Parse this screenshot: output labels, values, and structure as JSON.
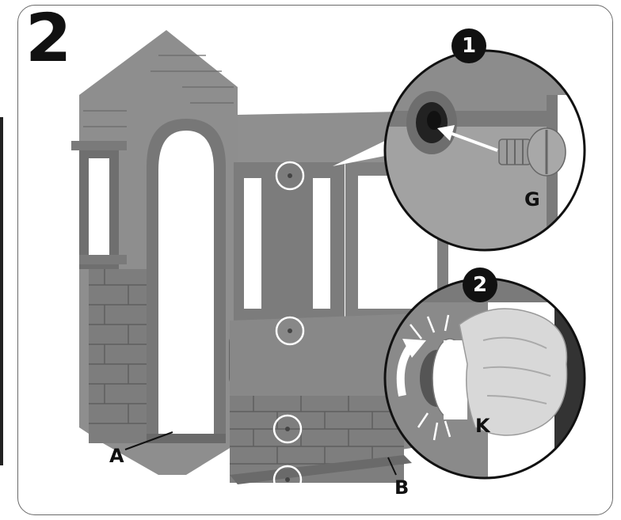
{
  "step": {
    "number": "2"
  },
  "callouts": [
    {
      "id": "1",
      "part_label": "G"
    },
    {
      "id": "2",
      "part_label": "K"
    }
  ],
  "labels": {
    "a": "A",
    "b": "B"
  },
  "colors": {
    "plastic": "#8f8f8f",
    "plastic_dark": "#6f6f6f",
    "plastic_light": "#a9a9a9",
    "outline": "#111111",
    "frame": "#6a6a6a"
  }
}
